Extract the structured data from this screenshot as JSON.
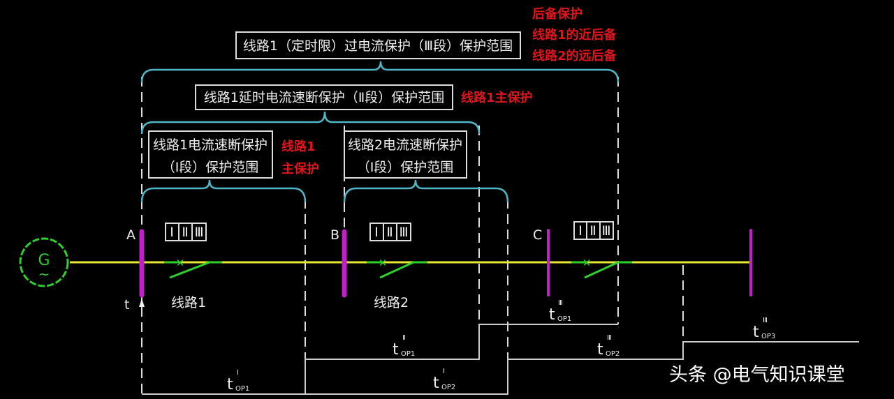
{
  "boxes": {
    "stage3": "线路1（定时限）过电流保护（Ⅲ段）保护范围",
    "stage2": "线路1延时电流速断保护（Ⅱ段）保护范围",
    "line1_stage1": [
      "线路1电流速断保护",
      "（Ⅰ段）保护范围"
    ],
    "line2_stage1": [
      "线路2电流速断保护",
      "（Ⅰ段）保护范围"
    ]
  },
  "red_notes": {
    "backup": [
      "后备保护",
      "线路1的近后备",
      "线路2的远后备"
    ],
    "line1_main_stage2": "线路1主保护",
    "line1_main_stage1": [
      "线路1",
      "主保护"
    ]
  },
  "generator": {
    "symbol": "G",
    "wave": "~"
  },
  "buses": [
    "A",
    "B",
    "C"
  ],
  "relay_label": [
    "Ⅰ",
    "Ⅱ",
    "Ⅲ"
  ],
  "lines": [
    "线路1",
    "线路2"
  ],
  "time_axis": "t",
  "times": [
    {
      "t": "t",
      "sup": "Ⅰ",
      "sub": "OP1"
    },
    {
      "t": "t",
      "sup": "Ⅱ",
      "sub": "OP1"
    },
    {
      "t": "t",
      "sup": "Ⅰ",
      "sub": "OP2"
    },
    {
      "t": "t",
      "sup": "Ⅲ",
      "sub": "OP1"
    },
    {
      "t": "t",
      "sup": "Ⅲ",
      "sub": "OP2"
    },
    {
      "t": "t",
      "sup": "Ⅲ",
      "sub": "OP3"
    }
  ],
  "watermark": "头条 @电气知识课堂",
  "colors": {
    "background": "#000000",
    "line": "#e8e830",
    "bus": "#c020c8",
    "brace": "#4fb6c8",
    "breaker": "#2ed02e",
    "note": "#e0141c"
  }
}
